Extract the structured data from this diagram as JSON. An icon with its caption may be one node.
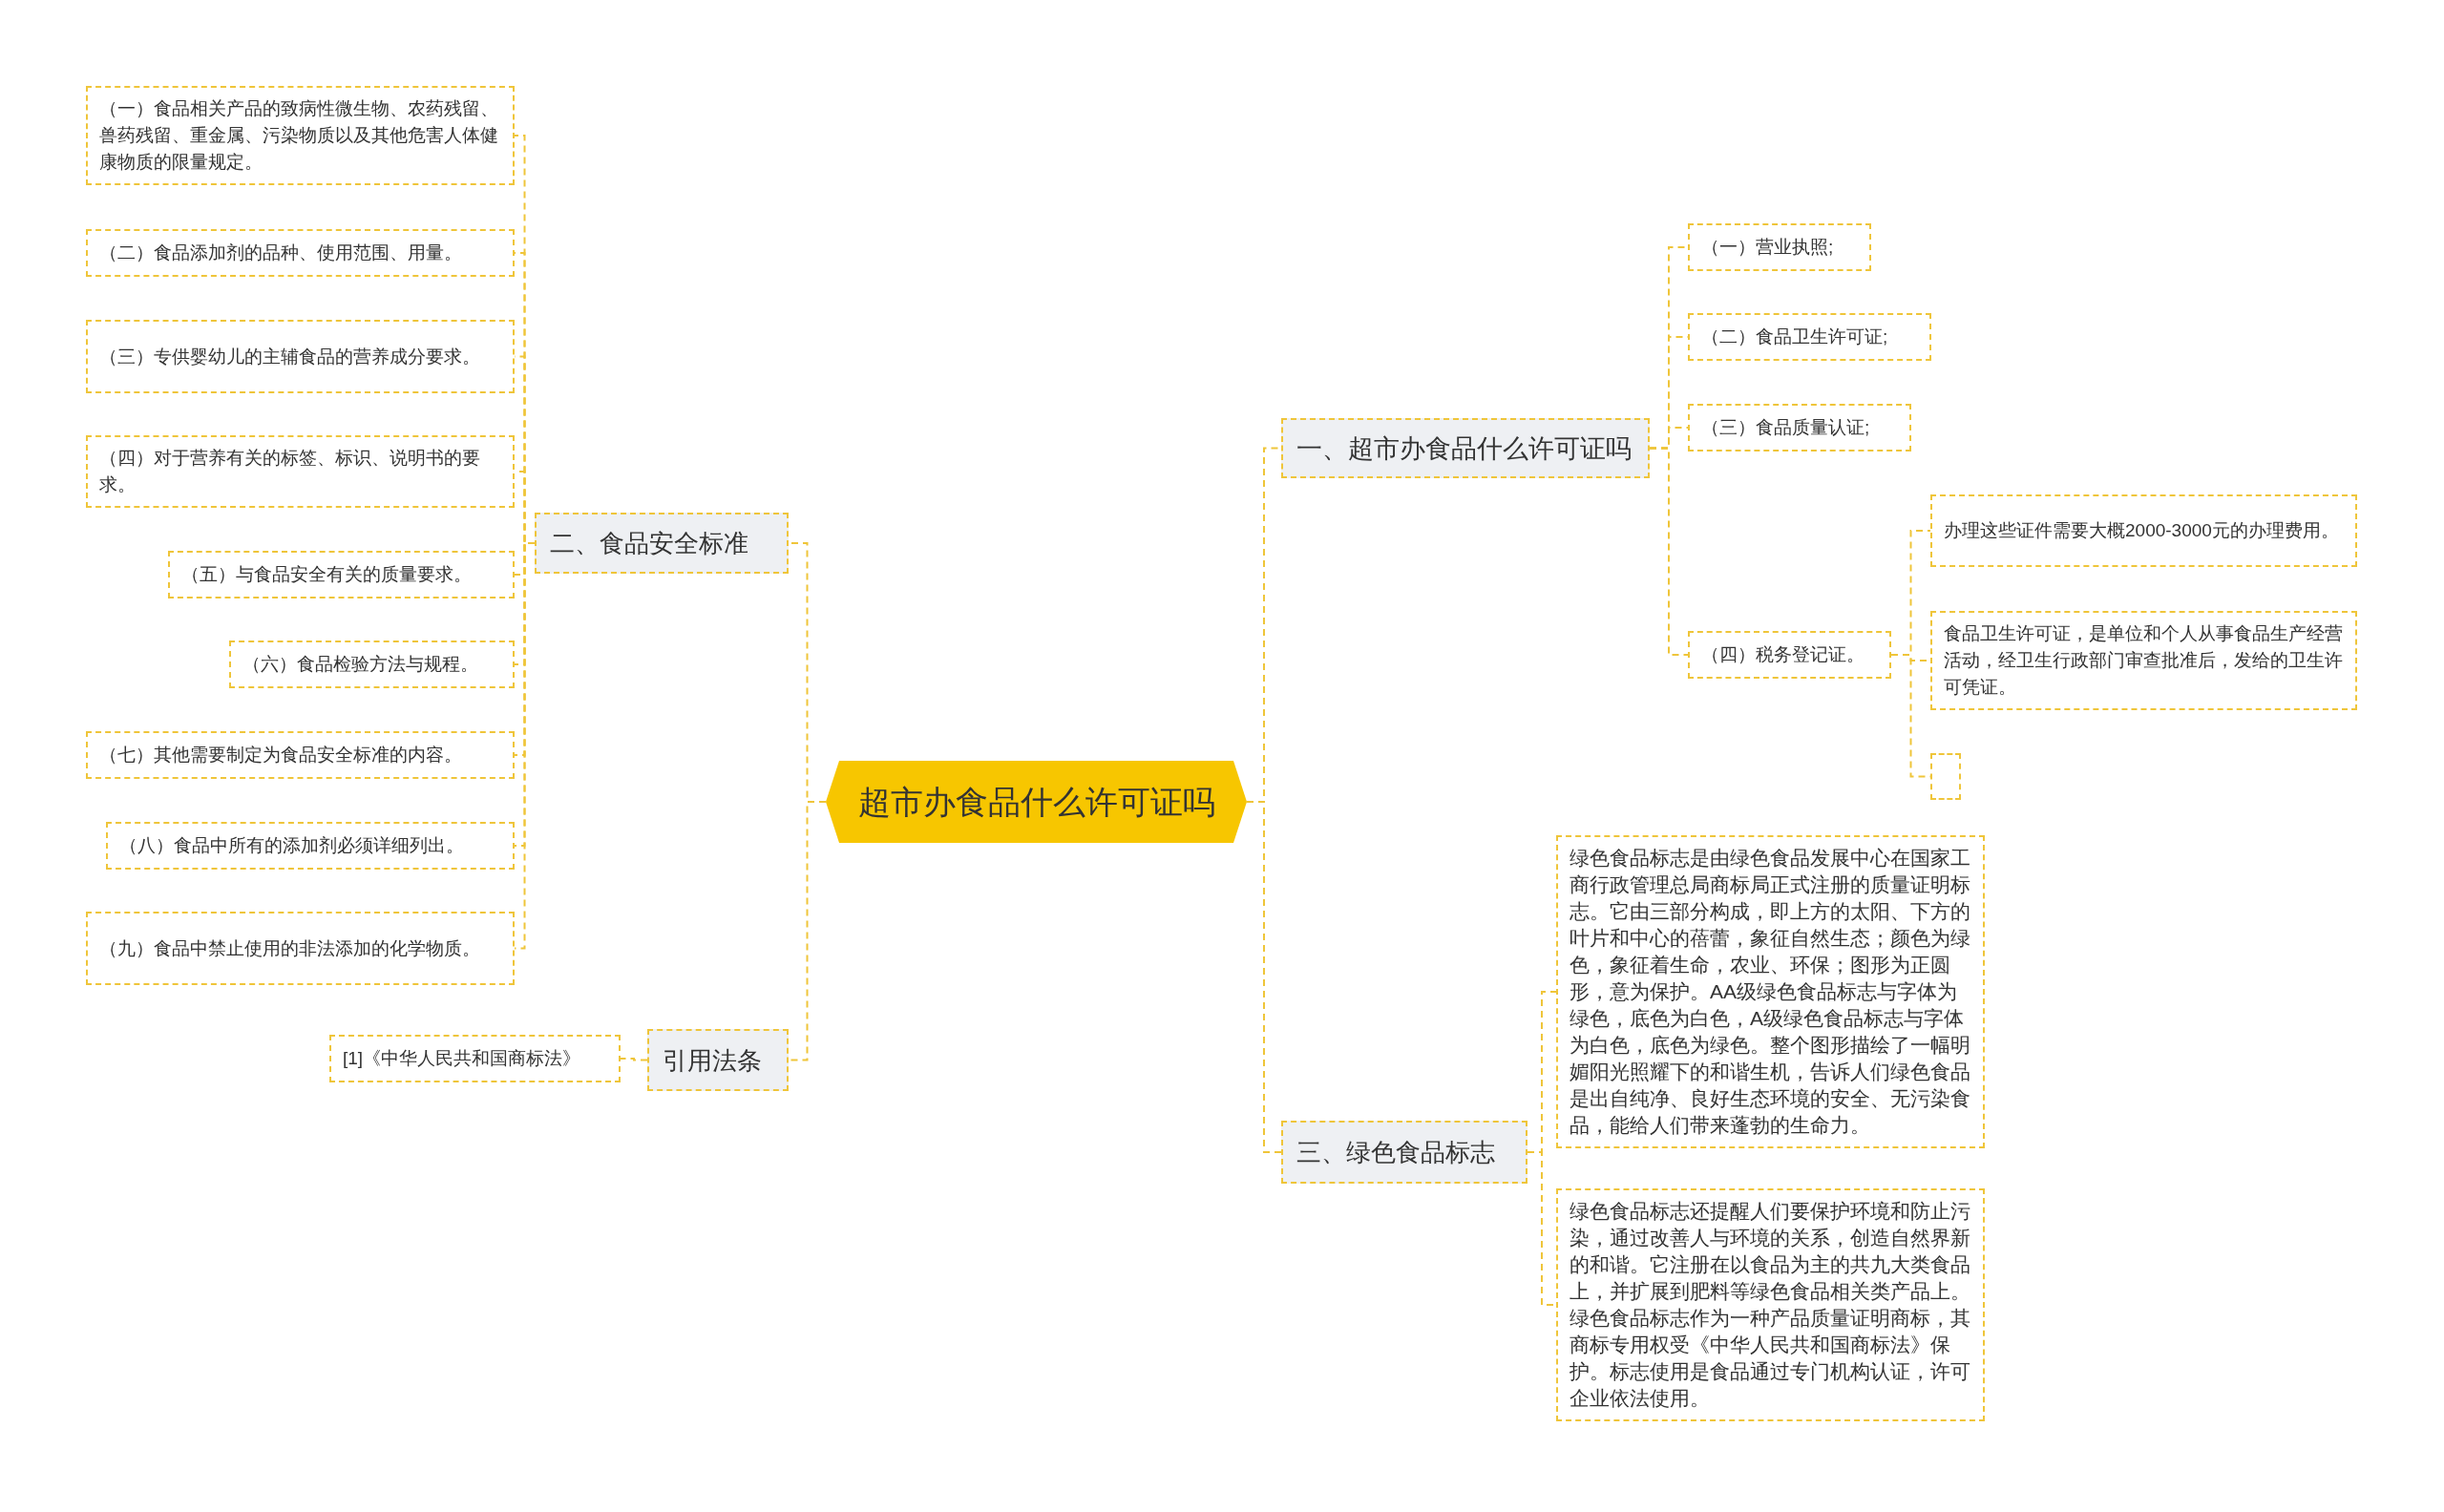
{
  "diagram": {
    "nodes": [
      {
        "text": [
          "超市办食品什么许可证吗"
        ]
      },
      {
        "text": [
          "一、超市办食品什么许可证吗"
        ]
      },
      {
        "text": [
          "（一）营业执照;"
        ]
      },
      {
        "text": [
          "（二）食品卫生许可证;"
        ]
      },
      {
        "text": [
          "（三）食品质量认证;"
        ]
      },
      {
        "text": [
          "（四）税务登记证。"
        ]
      },
      {
        "text": [
          "办理这些证件需要大概2000-3000元的办理费用。"
        ]
      },
      {
        "text": [
          "食品卫生许可证，是单位和个人从事食品生产经营活动，经卫生行政部门审查批准后，发给的卫生许可凭证。"
        ]
      },
      {
        "text": [],
        "shape": "box"
      },
      {
        "text": [
          "二、食品安全标准"
        ]
      },
      {
        "text": [
          "（一）食品相关产品的致病性微生物、农药残留、兽药残留、重金属、污染物质以及其他危害人体健康物质的限量规定。"
        ]
      },
      {
        "text": [
          "（二）食品添加剂的品种、使用范围、用量。"
        ]
      },
      {
        "text": [
          "（三）专供婴幼儿的主辅食品的营养成分要求。"
        ]
      },
      {
        "text": [
          "（四）对于营养有关的标签、标识、说明书的要求。"
        ]
      },
      {
        "text": [
          "（五）与食品安全有关的质量要求。"
        ]
      },
      {
        "text": [
          "（六）食品检验方法与规程。"
        ]
      },
      {
        "text": [
          "（七）其他需要制定为食品安全标准的内容。"
        ]
      },
      {
        "text": [
          "（八）食品中所有的添加剂必须详细列出。"
        ]
      },
      {
        "text": [
          "（九）食品中禁止使用的非法添加的化学物质。"
        ]
      },
      {
        "text": [
          "引用法条"
        ]
      },
      {
        "text": [
          "[1]《中华人民共和国商标法》"
        ]
      },
      {
        "text": [
          "三、绿色食品标志"
        ]
      },
      {
        "text": [
          "绿色食品标志是由绿色食品发展中心在国家工商行政管理总局商标局正式注册的质量证明标志。它由三部分构成，即上方的太阳、下方的叶片和中心的蓓蕾，象征自然生态；颜色为绿色，象征着生命，农业、环保；图形为正圆形，意为保护。AA级绿色食品标志与字体为绿色，底色为白色，A级绿色食品标志与字体为白色，底色为绿色。整个图形描绘了一幅明媚阳光照耀下的和谐生机，告诉人们绿色食品是出自纯净、良好生态环境的安全、无污染食品，能给人们带来蓬勃的生命力。"
        ]
      },
      {
        "text": [
          "绿色食品标志还提醒人们要保护环境和防止污染，通过改善人与环境的关系，创造自然界新的和谐。它注册在以食品为主的共九大类食品上，并扩展到肥料等绿色食品相关类产品上。绿色食品标志作为一种产品质量证明商标，其商标专用权受《中华人民共和国商标法》保护。标志使用是食品通过专门机构认证，许可企业依法使用。"
        ]
      }
    ],
    "edges": [
      {
        "from": 0,
        "to": 1,
        "arrow": "none"
      },
      {
        "from": 1,
        "to": 2,
        "arrow": "none"
      },
      {
        "from": 1,
        "to": 3,
        "arrow": "none"
      },
      {
        "from": 1,
        "to": 4,
        "arrow": "none"
      },
      {
        "from": 1,
        "to": 5,
        "arrow": "none"
      },
      {
        "from": 5,
        "to": 6,
        "arrow": "none"
      },
      {
        "from": 5,
        "to": 7,
        "arrow": "none"
      },
      {
        "from": 5,
        "to": 8,
        "arrow": "none"
      },
      {
        "from": 0,
        "to": 9,
        "arrow": "none"
      },
      {
        "from": 9,
        "to": 10,
        "arrow": "none"
      },
      {
        "from": 9,
        "to": 11,
        "arrow": "none"
      },
      {
        "from": 9,
        "to": 12,
        "arrow": "none"
      },
      {
        "from": 9,
        "to": 13,
        "arrow": "none"
      },
      {
        "from": 9,
        "to": 14,
        "arrow": "none"
      },
      {
        "from": 9,
        "to": 15,
        "arrow": "none"
      },
      {
        "from": 9,
        "to": 16,
        "arrow": "none"
      },
      {
        "from": 9,
        "to": 17,
        "arrow": "none"
      },
      {
        "from": 9,
        "to": 18,
        "arrow": "none"
      },
      {
        "from": 0,
        "to": 19,
        "arrow": "none"
      },
      {
        "from": 19,
        "to": 20,
        "arrow": "none"
      },
      {
        "from": 0,
        "to": 21,
        "arrow": "none"
      },
      {
        "from": 21,
        "to": 22,
        "arrow": "none"
      },
      {
        "from": 21,
        "to": 23,
        "arrow": "none"
      }
    ]
  }
}
